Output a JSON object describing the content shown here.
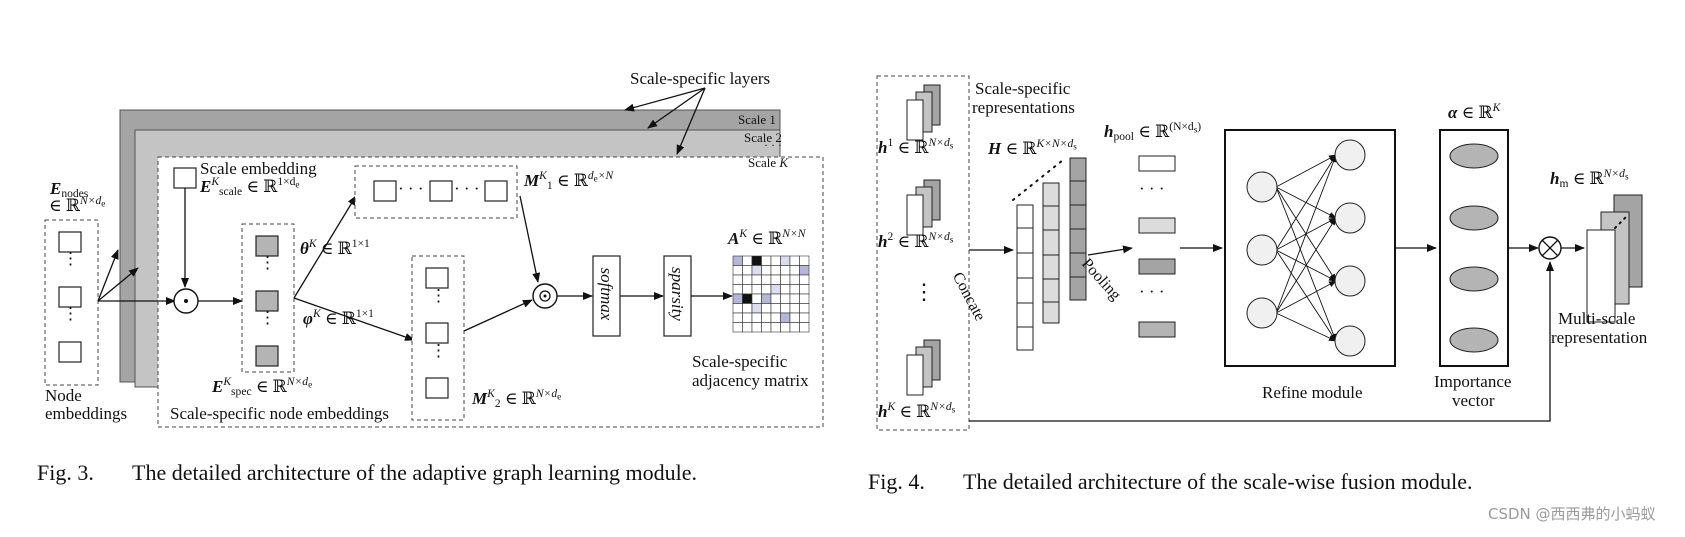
{
  "fig3": {
    "scale_layers_label": "Scale-specific layers",
    "scale1": "Scale 1",
    "scale2": "Scale 2",
    "scaleK_prefix": "Scale ",
    "scaleK_var": "K",
    "scaleK_dots": "· · ·",
    "e_nodes_sym": "E",
    "e_nodes_sub": "nodes",
    "e_nodes_in": "∈ ℝ",
    "e_nodes_exp_base": "N×d",
    "e_nodes_exp_sub": "e",
    "node_emb_line1": "Node",
    "node_emb_line2": "embeddings",
    "vdots": "⋮",
    "scale_emb_label": "Scale embedding",
    "e_scale_sym": "E",
    "e_scale_sup": "K",
    "e_scale_sub": "scale",
    "e_scale_in": " ∈ ℝ",
    "e_scale_exp_base": "1×d",
    "e_scale_exp_sub": "e",
    "theta_sym": "θ",
    "theta_sup": "K",
    "theta_in": " ∈ ℝ",
    "theta_exp": "1×1",
    "phi_sym": "φ",
    "phi_sup": "K",
    "phi_in": " ∈ ℝ",
    "phi_exp": "1×1",
    "m1_sym": "M",
    "m1_sup": "K",
    "m1_sub": "1",
    "m1_in": " ∈ ℝ",
    "m1_exp_base": "d",
    "m1_exp_sub": "e",
    "m1_exp_tail": "×N",
    "m2_sym": "M",
    "m2_sup": "K",
    "m2_sub": "2",
    "m2_in": " ∈ ℝ",
    "m2_exp_base": "N×d",
    "m2_exp_sub": "e",
    "e_spec_sym": "E",
    "e_spec_sup": "K",
    "e_spec_sub": "spec",
    "e_spec_in": " ∈ ℝ",
    "e_spec_exp_base": "N×d",
    "e_spec_exp_sub": "e",
    "hdots": "· · ·",
    "softmax": "softmax",
    "sparsity": "sparsity",
    "a_sym": "A",
    "a_sup": "K",
    "a_in": " ∈ ℝ",
    "a_exp": "N×N",
    "adj_line1": "Scale-specific",
    "adj_line2": "adjacency matrix",
    "spec_node_emb": "Scale-specific node embeddings",
    "caption_num": "Fig. 3.",
    "caption_text": "The detailed architecture of the adaptive graph learning module."
  },
  "fig4": {
    "scale_rep_line1": "Scale-specific",
    "scale_rep_line2": "representations",
    "h1_sym": "h",
    "h1_sup": "1",
    "h1_in": " ∈ ℝ",
    "h1_exp_base": "N×d",
    "h1_exp_sub": "s",
    "h2_sym": "h",
    "h2_sup": "2",
    "h2_in": " ∈ ℝ",
    "h2_exp_base": "N×d",
    "h2_exp_sub": "s",
    "hK_sym": "h",
    "hK_sup": "K",
    "hK_in": " ∈ ℝ",
    "hK_exp_base": "N×d",
    "hK_exp_sub": "s",
    "vdots": "⋮",
    "H_sym": "H",
    "H_in": " ∈ ℝ",
    "H_exp_base": "K×N×d",
    "H_exp_sub": "s",
    "concate": "Concate",
    "pooling": "Pooling",
    "hpool_sym": "h",
    "hpool_sub": "pool",
    "hpool_in": " ∈ ℝ",
    "hpool_exp_base": "(N×d",
    "hpool_exp_sub": "s",
    "hpool_exp_tail": ")",
    "dots_h": "· · ·",
    "refine": "Refine module",
    "alpha_sym": "α",
    "alpha_in": " ∈ ℝ",
    "alpha_exp": "K",
    "importance_line1": "Importance",
    "importance_line2": "vector",
    "hm_sym": "h",
    "hm_sub": "m",
    "hm_in": " ∈ ℝ",
    "hm_exp_base": "N×d",
    "hm_exp_sub": "s",
    "multi_line1": "Multi-scale",
    "multi_line2": "representation",
    "caption_num": "Fig. 4.",
    "caption_text": "The detailed architecture of the scale-wise fusion module."
  },
  "watermark": "CSDN @西西弗的小蚂蚁",
  "colors": {
    "dark_gray": "#a4a4a4",
    "mid_gray": "#c4c4c4",
    "light_gray": "#dcdcdc",
    "ellipse_gray": "#b4b4b4",
    "adj_dark": "#111111",
    "adj_blue": "#b6b6dc",
    "adj_lavender": "#dcdcef"
  },
  "adjacency_cells": [
    {
      "r": 0,
      "c": 0,
      "t": "blue"
    },
    {
      "r": 0,
      "c": 2,
      "t": "dark"
    },
    {
      "r": 0,
      "c": 5,
      "t": "lavender"
    },
    {
      "r": 1,
      "c": 2,
      "t": "lavender"
    },
    {
      "r": 1,
      "c": 7,
      "t": "blue"
    },
    {
      "r": 3,
      "c": 4,
      "t": "lavender"
    },
    {
      "r": 4,
      "c": 0,
      "t": "blue"
    },
    {
      "r": 4,
      "c": 1,
      "t": "dark"
    },
    {
      "r": 4,
      "c": 3,
      "t": "blue"
    },
    {
      "r": 5,
      "c": 2,
      "t": "lavender"
    },
    {
      "r": 6,
      "c": 5,
      "t": "blue"
    }
  ]
}
